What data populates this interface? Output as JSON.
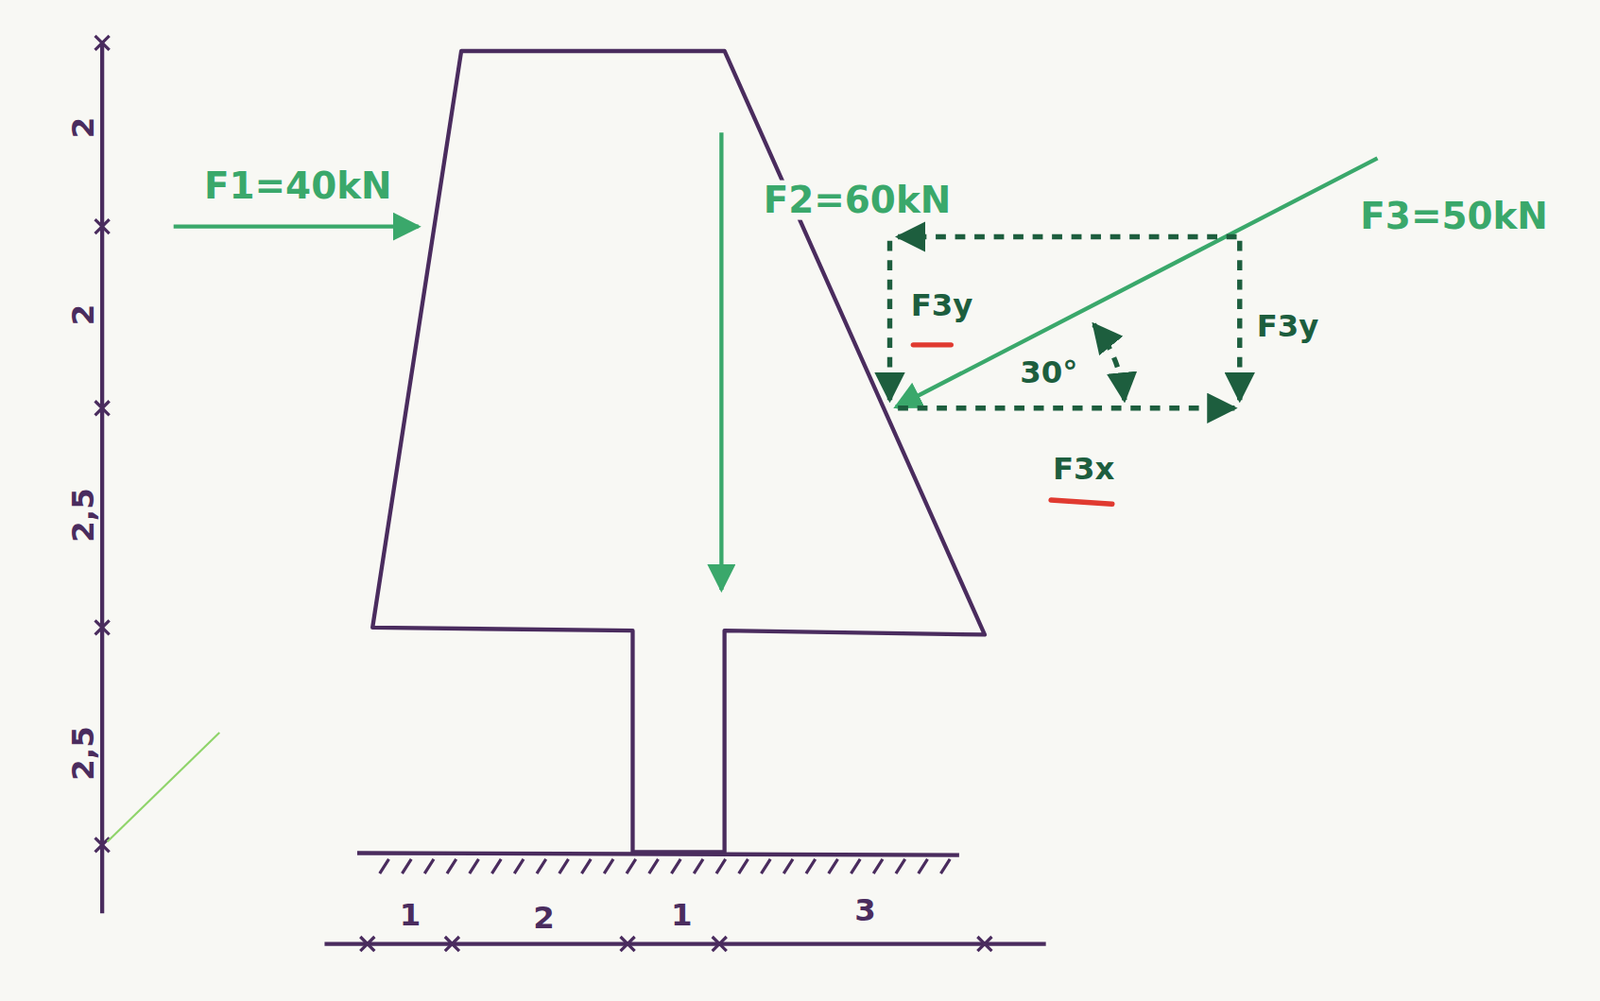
{
  "diagram": {
    "labels": [
      "2",
      "2",
      "2,5",
      "2,5",
      "1",
      "2",
      "1",
      "3",
      "F1=40kN",
      "F2=60kN",
      "F3=50kN",
      "F3y",
      "F3y",
      "F3x",
      "30°"
    ]
  }
}
